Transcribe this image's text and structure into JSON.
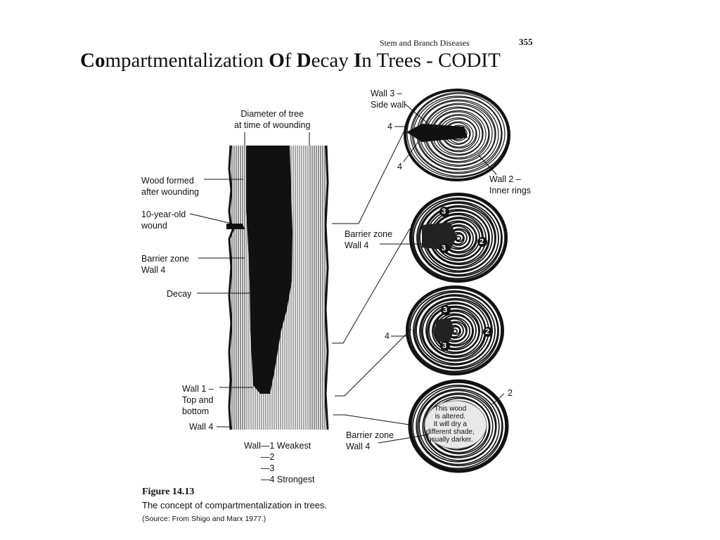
{
  "header": {
    "section": "Stem and Branch Diseases",
    "page_number": "355"
  },
  "title": {
    "w1_bold": "Co",
    "w1_rest": "mpartmentalization ",
    "w2_bold": "O",
    "w2_rest": "f ",
    "w3_bold": "D",
    "w3_rest": "ecay ",
    "w4_bold": "I",
    "w4_rest": "n Trees - CODIT"
  },
  "stem_labels": {
    "diameter": "Diameter of tree\nat time of wounding",
    "wood_formed": "Wood formed\nafter wounding",
    "wound": "10-year-old\nwound",
    "barrier": "Barrier zone\nWall 4",
    "decay": "Decay",
    "wall1": "Wall 1 –\nTop and\nbottom",
    "wall4": "Wall 4"
  },
  "wall_legend": {
    "w1": "Wall—1 Weakest",
    "w2": "—2",
    "w3": "—3",
    "w4": "—4 Strongest"
  },
  "section_labels": {
    "wall3": "Wall 3 –\nSide wall",
    "four_a": "4",
    "four_b": "4",
    "wall2": "Wall 2 –\nInner rings",
    "barrier2": "Barrier zone\nWall 4",
    "four_c": "4",
    "two_d": "2",
    "barrier3": "Barrier zone\nWall 4",
    "altered": "This wood\nis altered.\nIt will dry a\ndifferent shade,\nusually darker."
  },
  "ring_markers": {
    "s2_top": "3",
    "s2_bottom": "3",
    "s2_right": "2",
    "s3_top": "3",
    "s3_bottom": "3",
    "s3_right": "2"
  },
  "figure": {
    "number": "Figure 14.13",
    "caption": "The concept of compartmentalization in trees.",
    "source": "(Source: From Shigo and Marx 1977.)"
  }
}
